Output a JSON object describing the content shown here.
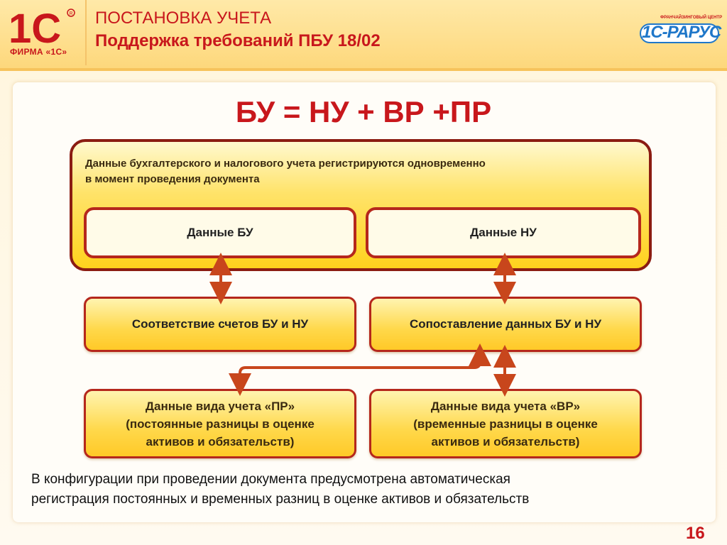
{
  "header": {
    "logo_text": "1С",
    "firm_label": "ФИРМА «1С»",
    "title_line1": "ПОСТАНОВКА УЧЕТА",
    "title_line2": "Поддержка требований ПБУ 18/02",
    "partner_tag": "ФРАНЧАЙЗИНГОВЫЙ ЦЕНТР",
    "partner_name": "1С-РАРУС"
  },
  "diagram": {
    "formula": "БУ = НУ + ВР +ПР",
    "container_text_line1": "Данные бухгалтерского и налогового учета регистрируются одновременно",
    "container_text_line2": "в момент проведения документа",
    "bu_data": "Данные БУ",
    "nu_data": "Данные НУ",
    "accounts_match": "Соответствие счетов БУ и НУ",
    "data_compare": "Сопоставление данных БУ и НУ",
    "pr_line1": "Данные вида учета «ПР»",
    "pr_line2": "(постоянные разницы в оценке",
    "pr_line3": "активов и обязательств)",
    "vr_line1": "Данные вида учета «ВР»",
    "vr_line2": "(временные разницы в оценке",
    "vr_line3": "активов и обязательств)"
  },
  "footer": {
    "line1": "В конфигурации при проведении документа предусмотрена автоматическая",
    "line2": "регистрация постоянных и временных разниц в оценке активов и обязательств"
  },
  "page_number": "16",
  "colors": {
    "brand_red": "#c8171c",
    "box_border": "#b5271c",
    "arrow": "#c8461c",
    "yellow": "#ffd84a"
  }
}
